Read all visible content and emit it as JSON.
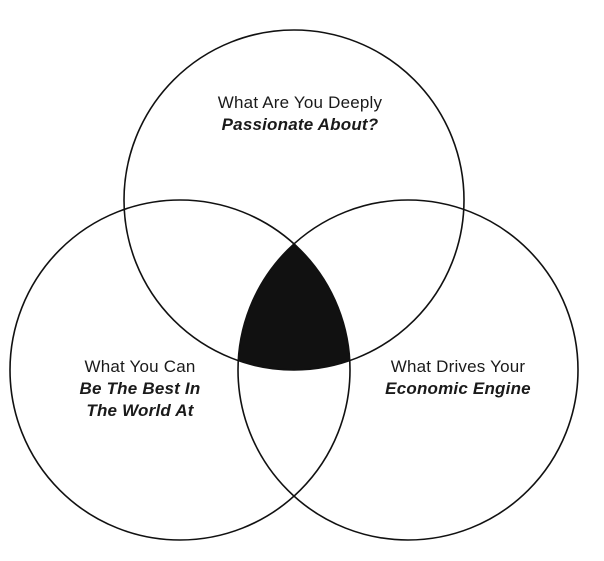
{
  "diagram": {
    "type": "venn",
    "colors": {
      "stroke": "#111111",
      "intersection_fill": "#111111",
      "background": "#ffffff",
      "text": "#1a1a1a"
    },
    "circles": [
      {
        "name": "passion",
        "label_plain": "What Are You Deeply",
        "label_emphasis": [
          "Passionate About?"
        ]
      },
      {
        "name": "best-in-world",
        "label_plain": "What You Can",
        "label_emphasis": [
          "Be The Best In",
          "The World At"
        ]
      },
      {
        "name": "economic-engine",
        "label_plain": "What Drives Your",
        "label_emphasis": [
          "Economic Engine"
        ]
      }
    ],
    "center_region": {
      "filled": true
    }
  }
}
